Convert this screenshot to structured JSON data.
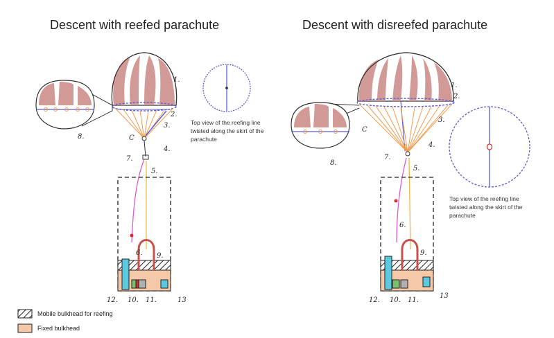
{
  "titles": {
    "left": "Descent with reefed parachute",
    "right": "Descent with disreefed parachute"
  },
  "captions": {
    "left": [
      "Top view of the reefing line",
      "twisted along the skirt of the",
      "parachute"
    ],
    "right": [
      "Top view of the reefing line",
      "twisted along the skirt of the",
      "parachute"
    ]
  },
  "labels": {
    "n1": "1.",
    "n2": "2.",
    "n3": "3.",
    "n4": "4.",
    "n5": "5.",
    "n6": "6.",
    "n7": "7.",
    "n8": "8.",
    "n9": "9.",
    "n10": "10.",
    "n11": "11.",
    "n12": "12.",
    "n13": "13",
    "c": "C"
  },
  "legend": {
    "mobile": "Mobile bulkhead for reefing",
    "fixed": "Fixed bulkhead"
  },
  "colors": {
    "canopy": "#d19a96",
    "ink": "#333333",
    "reefing": "#5b5bd6",
    "suspension": "#f29b4c",
    "pink_line": "#e05ad0",
    "yellow_line": "#f2b640",
    "bulkhead": "#f5c8a8",
    "cyan": "#5bc9e0",
    "green": "#7ac070",
    "red": "#d03030"
  }
}
